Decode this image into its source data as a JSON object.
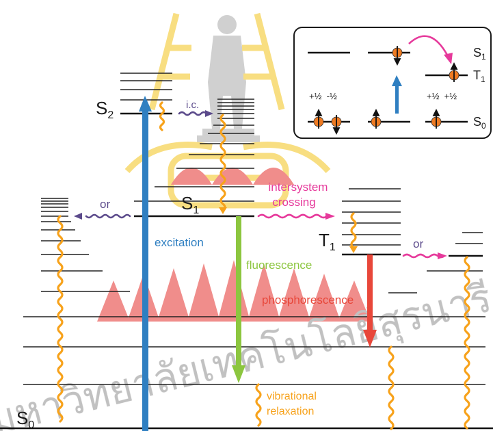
{
  "states": {
    "s0": {
      "letter": "S",
      "sub": "0"
    },
    "s1": {
      "letter": "S",
      "sub": "1"
    },
    "s2": {
      "letter": "S",
      "sub": "2"
    },
    "t1": {
      "letter": "T",
      "sub": "1"
    }
  },
  "processes": {
    "ic": "i.c.",
    "or_left": "or",
    "or_right": "or",
    "intersystem_line1": "intersystem",
    "intersystem_line2": "crossing",
    "excitation": "excitation",
    "fluorescence": "fluorescence",
    "phosphorescence": "phosphorescence",
    "vibrational_line1": "vibrational",
    "vibrational_line2": "relaxation"
  },
  "inset": {
    "s1": {
      "letter": "S",
      "sub": "1"
    },
    "t1": {
      "letter": "T",
      "sub": "1"
    },
    "s0": {
      "letter": "S",
      "sub": "0"
    },
    "spin_left": "+½  -½",
    "spin_right": "+½  +½"
  },
  "watermark": {
    "text": "มหาวิทยาลัยเทคโนโลยีสุรนารี"
  },
  "colors": {
    "excitation": "#2f7fc1",
    "fluorescence": "#8cc63f",
    "phosphorescence": "#e8473a",
    "intersystem": "#e6399b",
    "internal_conversion": "#5b4a8b",
    "vibrational": "#f7a21b",
    "electron": "#ef7b22",
    "watermark_red": "#e3312d",
    "watermark_gold": "#f2c31b",
    "watermark_gray": "#9b9b9b"
  }
}
